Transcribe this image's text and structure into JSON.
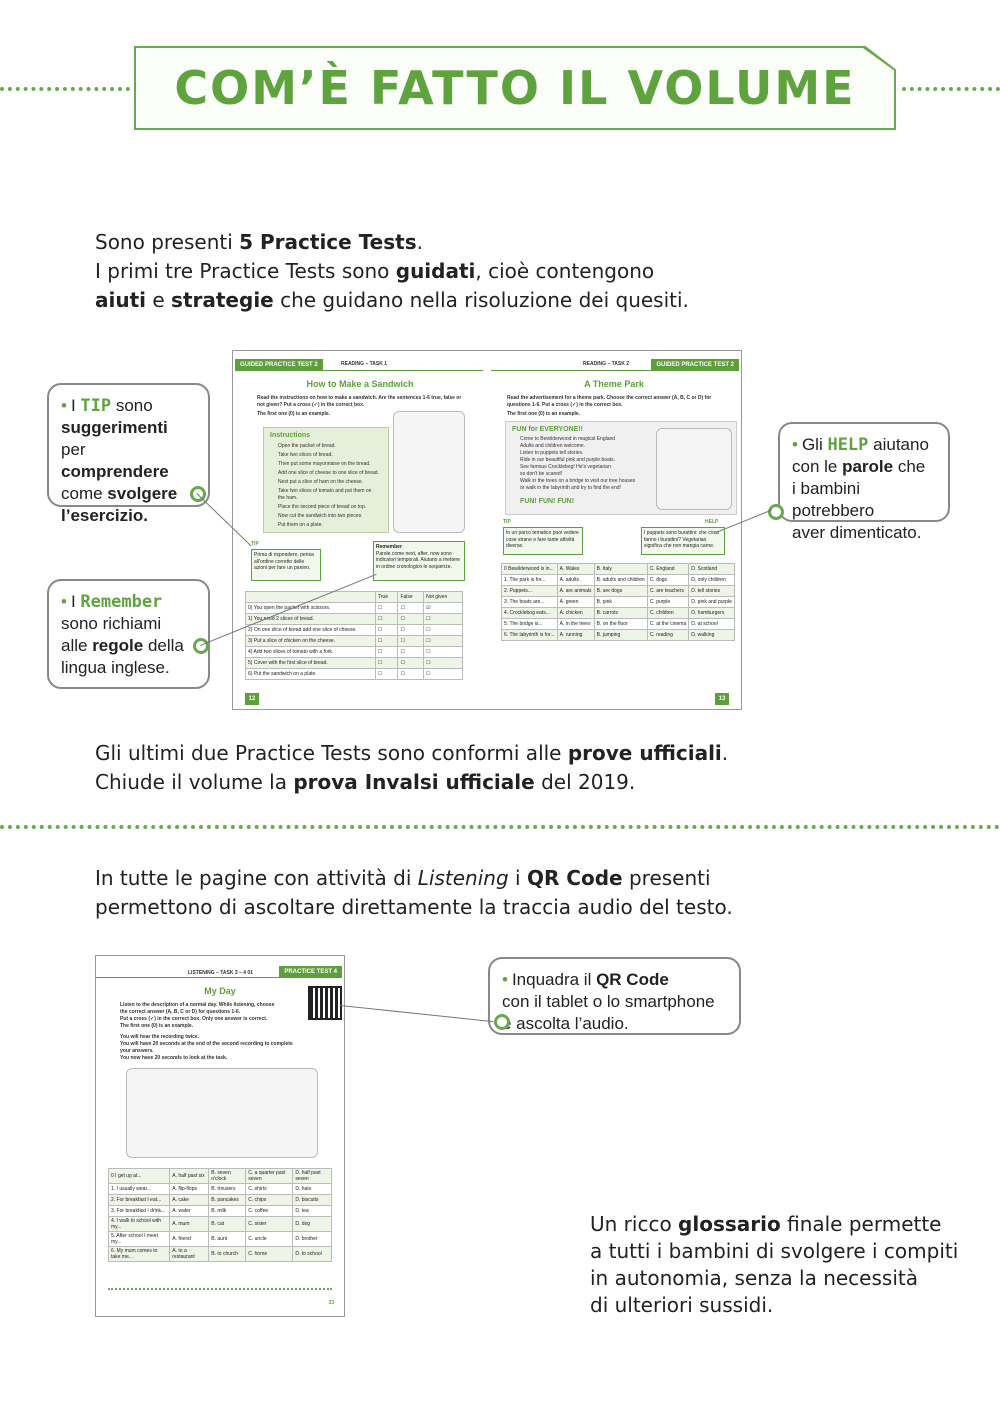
{
  "header": {
    "title": "COM’È FATTO IL VOLUME"
  },
  "intro": {
    "line1_a": "Sono presenti ",
    "line1_b": "5 Practice Tests",
    "line1_c": ".",
    "line2_a": "I primi tre Practice Tests sono ",
    "line2_b": "guidati",
    "line2_c": ", cioè contengono",
    "line3_a": "aiuti",
    "line3_b": " e ",
    "line3_c": "strategie",
    "line3_d": " che guidano nella risoluzione dei quesiti."
  },
  "callouts": {
    "tip": {
      "a": "I ",
      "g": "TIP",
      "b": " sono",
      "c": "suggerimenti",
      "d": "per ",
      "e": "comprendere",
      "f": "come ",
      "h": "svolgere",
      "i": "l’esercizio."
    },
    "remember": {
      "a": "I ",
      "g": "Remember",
      "b": "sono richiami",
      "c": "alle ",
      "d": "regole",
      "e": " della",
      "f": "lingua inglese."
    },
    "help": {
      "a": "Gli ",
      "g": "HELP",
      "b": " aiutano",
      "c": "con le ",
      "d": "parole",
      "e": " che",
      "f": "i bambini potrebbero",
      "h": "aver dimenticato."
    },
    "qr": {
      "a": "Inquadra il ",
      "b": "QR Code",
      "c": "con il tablet o lo smartphone",
      "d": "e ascolta l’audio."
    }
  },
  "spread": {
    "left_header": "GUIDED PRACTICE TEST 2",
    "left_section": "READING – TASK 1",
    "right_section": "READING – TASK 2",
    "right_header": "GUIDED PRACTICE TEST 2",
    "left_title": "How to Make a Sandwich",
    "right_title": "A Theme Park",
    "left_instr": "Read the instructions on how to make a sandwich. Are the sentences 1-6 true, false or not given? Put a cross (✓) in the correct box.",
    "left_example": "The first one (0) is an example.",
    "instructions_title": "Instructions",
    "instructions": [
      "Open the packet of bread.",
      "Take two slices of bread.",
      "Then put some mayonnaise on the bread.",
      "Add one slice of cheese to one slice of bread.",
      "Next put a slice of ham on the cheese.",
      "Take two slices of tomato and put them on the ham.",
      "Place the second piece of bread on top.",
      "Now cut the sandwich into two pieces.",
      "Put them on a plate."
    ],
    "tip_label": "TIP",
    "tip_text": "Prima di rispondere, pensa all'ordine corretto delle azioni per fare un panino.",
    "remember_label": "Remember",
    "remember_text": "Parole come next, after, now sono indicatori temporali. Aiutano a mettere in ordine cronologico le sequenze.",
    "tf_headers": [
      "True",
      "False",
      "Not given"
    ],
    "tf_rows": [
      "0) You open the packet with scissors.",
      "1) You need 2 slices of bread.",
      "2) On one slice of bread add one slice of cheese.",
      "3) Put a slice of chicken on the cheese.",
      "4) Add two slices of tomato with a fork.",
      "5) Cover with the first slice of bread.",
      "6) Put the sandwich on a plate."
    ],
    "right_instr": "Read the advertisement for a theme park. Choose the correct answer (A, B, C or D) for questions 1-6. Put a cross (✓) in the correct box.",
    "right_example": "The first one (0) is an example.",
    "ad_title": "FUN for EVERYONE!!",
    "ad_lines": [
      "Come to Bewilderwood in magical England",
      "Adults and children welcome.",
      "Listen to puppets tell stories.",
      "Ride in our beautiful pink and purple boats.",
      "See famous Crocklebog! He's vegetarian",
      "so don't be scared!",
      "Walk in the trees on a bridge to visit our tree houses",
      "or walk in the labyrinth and try to find the end!"
    ],
    "ad_fun": "FUN! FUN! FUN!",
    "right_tip_label": "TIP",
    "right_tip_text": "In un parco tematico puoi vedere cose strane e fare tante attività diverse.",
    "help_label": "HELP",
    "help_text": "I puppets sono burattini: che cosa fanno i burattini? Vegetarian significa che non mangia carne.",
    "mc_rows": [
      [
        "0  Bewilderwood is in...",
        "A. Wales",
        "B. Italy",
        "C. England",
        "D. Scotland"
      ],
      [
        "1.  The park is for...",
        "A. adults",
        "B. adults and children",
        "C. dogs",
        "D. only children"
      ],
      [
        "2.  Puppets...",
        "A. are animals",
        "B. are dogs",
        "C. are teachers",
        "D. tell stories"
      ],
      [
        "3.  The boats are...",
        "A. green",
        "B. pink",
        "C. purple",
        "D. pink and purple"
      ],
      [
        "4.  Crocklebog eats...",
        "A. chicken",
        "B. carrots",
        "C. children",
        "D. hamburgers"
      ],
      [
        "5.  The bridge is...",
        "A. in the trees",
        "B. on the floor",
        "C. at the cinema",
        "D. at school"
      ],
      [
        "6.  The labyrinth is for...",
        "A. running",
        "B. jumping",
        "C. reading",
        "D. walking"
      ]
    ],
    "page_left": "12",
    "page_right": "13"
  },
  "middle": {
    "line1_a": "Gli ultimi due Practice Tests sono conformi alle ",
    "line1_b": "prove ufficiali",
    "line1_c": ".",
    "line2_a": "Chiude il volume la ",
    "line2_b": "prova Invalsi ufficiale",
    "line2_c": " del 2019."
  },
  "listening": {
    "line1_a": "In tutte le pagine con attività di ",
    "line1_b": "Listening",
    "line1_c": " i ",
    "line1_d": "QR Code",
    "line1_e": " presenti",
    "line2": "permettono di ascoltare direttamente la traccia audio del testo."
  },
  "page2": {
    "section": "LISTENING – TASK 3 – 4 01",
    "header": "PRACTICE TEST 4",
    "title": "My Day",
    "instr": [
      "Listen to the description of a normal day. While listening, choose",
      "the correct answer (A, B, C or D) for questions 1-6.",
      "Put a cross (✓) in the correct box. Only one answer is correct.",
      "The first one (0) is an example.",
      "You will hear the recording twice.",
      "You will have 20 seconds at the end of the second recording to complete",
      "your answers.",
      "You now have 20 seconds to look at the task."
    ],
    "rows": [
      [
        "0  I get up at...",
        "A. half past six",
        "B. seven o'clock",
        "C. a quarter past seven",
        "D. half past seven"
      ],
      [
        "1.  I usually wear...",
        "A. flip-flops",
        "B. trousers",
        "C. shirts",
        "D. hats"
      ],
      [
        "2.  For breakfast I eat...",
        "A. cake",
        "B. pancakes",
        "C. chips",
        "D. biscuits"
      ],
      [
        "3.  For breakfast I drink...",
        "A. water",
        "B. milk",
        "C. coffee",
        "D. tea"
      ],
      [
        "4.  I walk to school with my...",
        "A. mum",
        "B. cat",
        "C. sister",
        "D. dog"
      ],
      [
        "5.  After school I meet my...",
        "A. friend",
        "B. aunt",
        "C. uncle",
        "D. brother"
      ],
      [
        "6.  My mum comes to take me...",
        "A. to a restaurant",
        "B. to church",
        "C. home",
        "D. to school"
      ]
    ],
    "page_num": "33"
  },
  "glossary": {
    "line1_a": "Un ricco ",
    "line1_b": "glossario",
    "line1_c": " finale permette",
    "line2": "a tutti i bambini di svolgere i compiti",
    "line3": "in autonomia, senza la necessità",
    "line4": "di ulteriori sussidi."
  },
  "colors": {
    "accent": "#5fa33f",
    "border": "#6aa84f",
    "callout_border": "#888888"
  }
}
